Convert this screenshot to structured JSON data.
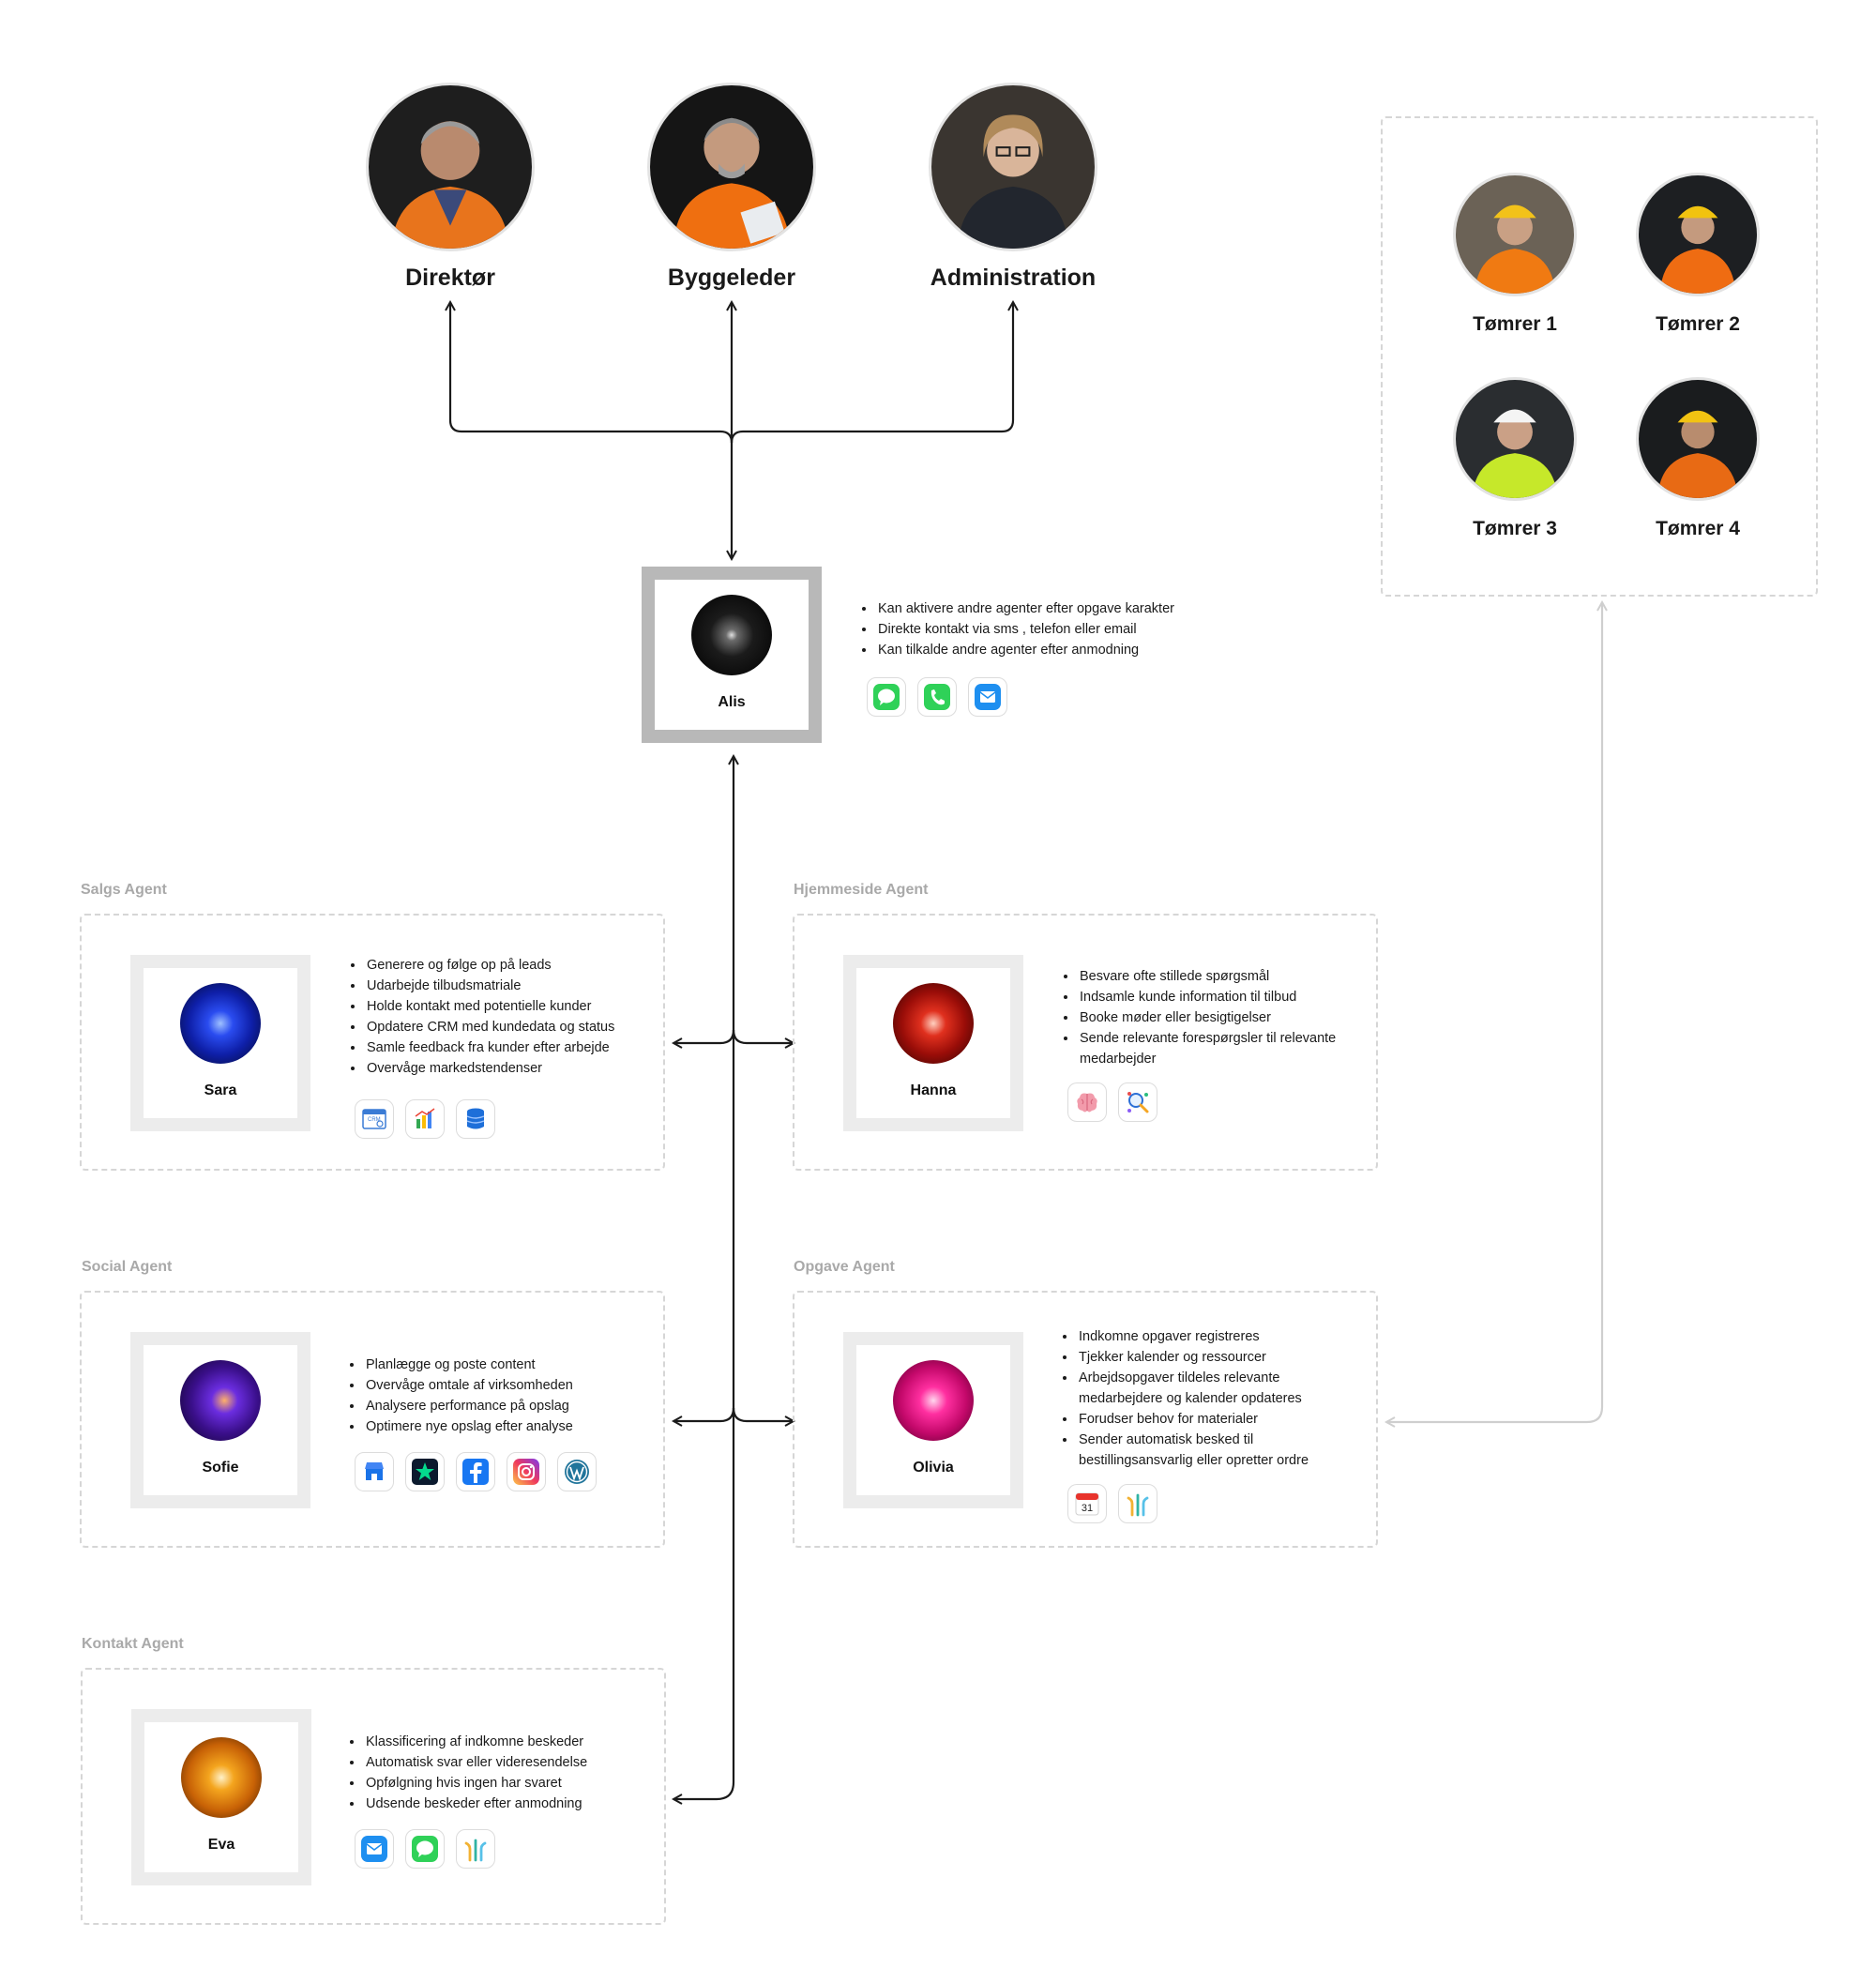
{
  "management": [
    {
      "title": "Direktør"
    },
    {
      "title": "Byggeleder"
    },
    {
      "title": "Administration"
    }
  ],
  "crew": [
    {
      "title": "Tømrer 1"
    },
    {
      "title": "Tømrer 2"
    },
    {
      "title": "Tømrer 3"
    },
    {
      "title": "Tømrer 4"
    }
  ],
  "central_agent": {
    "name": "Alis",
    "capabilities": [
      "Kan aktivere andre agenter efter opgave karakter",
      "Direkte kontakt via sms , telefon eller email",
      "Kan tilkalde andre agenter efter anmodning"
    ],
    "icons": [
      "messages-icon",
      "phone-icon",
      "mail-icon"
    ]
  },
  "agents": {
    "sales": {
      "label": "Salgs Agent",
      "name": "Sara",
      "tasks": [
        "Generere og følge op på leads",
        "Udarbejde tilbudsmatriale",
        "Holde kontakt med potentielle kunder",
        "Opdatere CRM med kundedata og status",
        "Samle feedback fra kunder efter arbejde",
        "Overvåge markedstendenser"
      ],
      "icons": [
        "crm-icon",
        "analytics-icon",
        "database-icon"
      ],
      "crm_text": "CRM"
    },
    "website": {
      "label": "Hjemmeside Agent",
      "name": "Hanna",
      "tasks": [
        "Besvare ofte stillede spørgsmål",
        "Indsamle kunde information til tilbud",
        "Booke møder eller besigtigelser",
        "Sende relevante forespørgsler til relevante medarbejder"
      ],
      "icons": [
        "brain-icon",
        "data-search-icon"
      ]
    },
    "social": {
      "label": "Social Agent",
      "name": "Sofie",
      "tasks": [
        "Planlægge og poste content",
        "Overvåge omtale af virksomheden",
        "Analysere performance på opslag",
        "Optimere nye opslag efter analyse"
      ],
      "icons": [
        "google-business-icon",
        "trustpilot-icon",
        "facebook-icon",
        "instagram-icon",
        "wordpress-icon"
      ]
    },
    "task": {
      "label": "Opgave Agent",
      "name": "Olivia",
      "tasks": [
        "Indkomne opgaver registreres",
        "Tjekker kalender og ressourcer",
        "Arbejdsopgaver tildeles relevante medarbejdere og kalender opdateres",
        "Forudser behov for materialer",
        "Sender automatisk besked til bestillingsansvarlig eller opretter ordre"
      ],
      "icons": [
        "calendar-icon",
        "workflow-icon"
      ],
      "calendar_day": "31"
    },
    "contact": {
      "label": "Kontakt Agent",
      "name": "Eva",
      "tasks": [
        "Klassificering af indkomne beskeder",
        "Automatisk svar eller videresendelse",
        "Opfølgning hvis ingen har svaret",
        "Udsende beskeder efter anmodning"
      ],
      "icons": [
        "mail-icon",
        "messages-icon",
        "workflow-icon"
      ]
    }
  },
  "colors": {
    "connector": "#1a1a1a",
    "connector_light": "#cfcfcf",
    "dashed_border": "#d6d6d6",
    "label_gray": "#a9a9a9",
    "card_gray": "#ececec",
    "orb_alis": "#1b1b1b",
    "orb_sara": "#1630c8",
    "orb_hanna": "#b0140e",
    "orb_sofie": "#4a1aa8",
    "orb_olivia": "#e0147e",
    "orb_eva": "#e07a0a"
  }
}
